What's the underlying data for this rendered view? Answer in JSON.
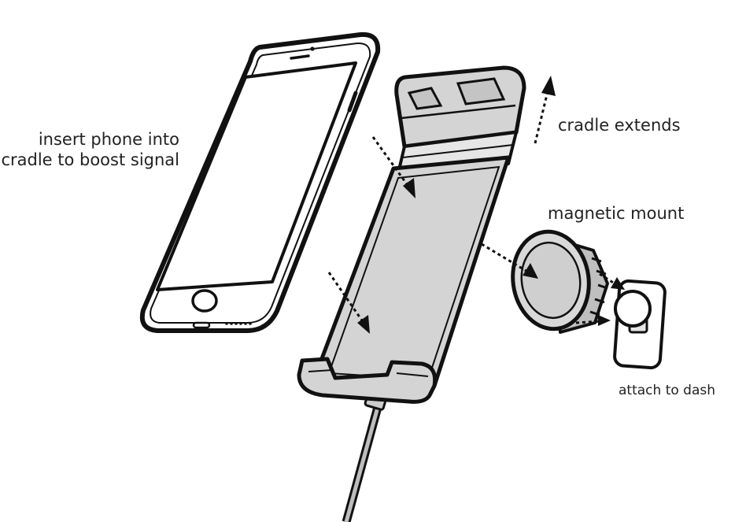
{
  "labels": {
    "insert_line1": "insert phone into",
    "insert_line2": "cradle to boost signal",
    "cradle_extends": "cradle extends",
    "magnetic_mount": "magnetic mount",
    "attach_to_dash": "attach to dash"
  },
  "colors": {
    "outline": "#111111",
    "cradle_fill": "#d4d4d4",
    "mount_fill": "#d9d9d9",
    "text": "#222222"
  }
}
